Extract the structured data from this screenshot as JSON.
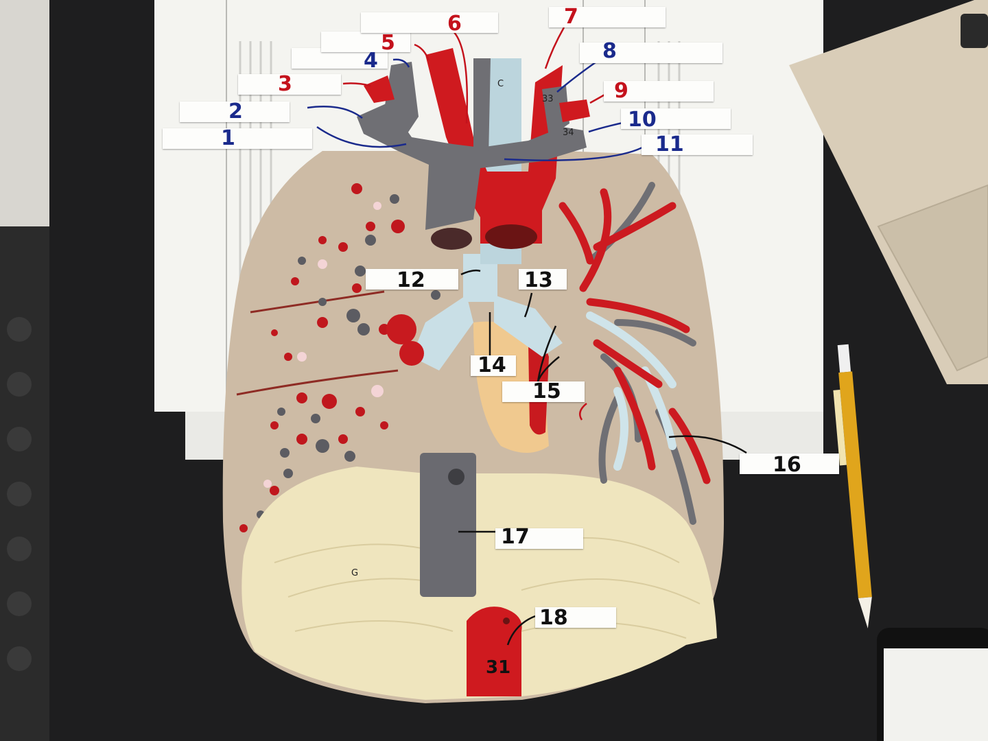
{
  "labels": [
    {
      "n": "1",
      "color": "blue"
    },
    {
      "n": "2",
      "color": "blue"
    },
    {
      "n": "3",
      "color": "red"
    },
    {
      "n": "4",
      "color": "blue"
    },
    {
      "n": "5",
      "color": "red"
    },
    {
      "n": "6",
      "color": "red"
    },
    {
      "n": "7",
      "color": "red"
    },
    {
      "n": "8",
      "color": "blue"
    },
    {
      "n": "9",
      "color": "red"
    },
    {
      "n": "10",
      "color": "blue"
    },
    {
      "n": "11",
      "color": "blue"
    },
    {
      "n": "12",
      "color": "black"
    },
    {
      "n": "13",
      "color": "black"
    },
    {
      "n": "14",
      "color": "black"
    },
    {
      "n": "15",
      "color": "black"
    },
    {
      "n": "16",
      "color": "black"
    },
    {
      "n": "17",
      "color": "black"
    },
    {
      "n": "18",
      "color": "black"
    }
  ],
  "model_marks": {
    "vessel_33": "33",
    "vessel_34": "34",
    "aorta_31": "31",
    "diaphragm_g": "G",
    "trachea_c": "C"
  },
  "colors": {
    "background": "#1e1e1f",
    "paper": "#f4f4f0",
    "lung_tissue": "#cdbba5",
    "diaphragm": "#efe5be",
    "vein_gray": "#6f6f74",
    "artery_red": "#cf1a1f",
    "bronchi_blue": "#c9dfe6",
    "label_blue": "#1a2a8c",
    "label_red": "#c4121c"
  }
}
